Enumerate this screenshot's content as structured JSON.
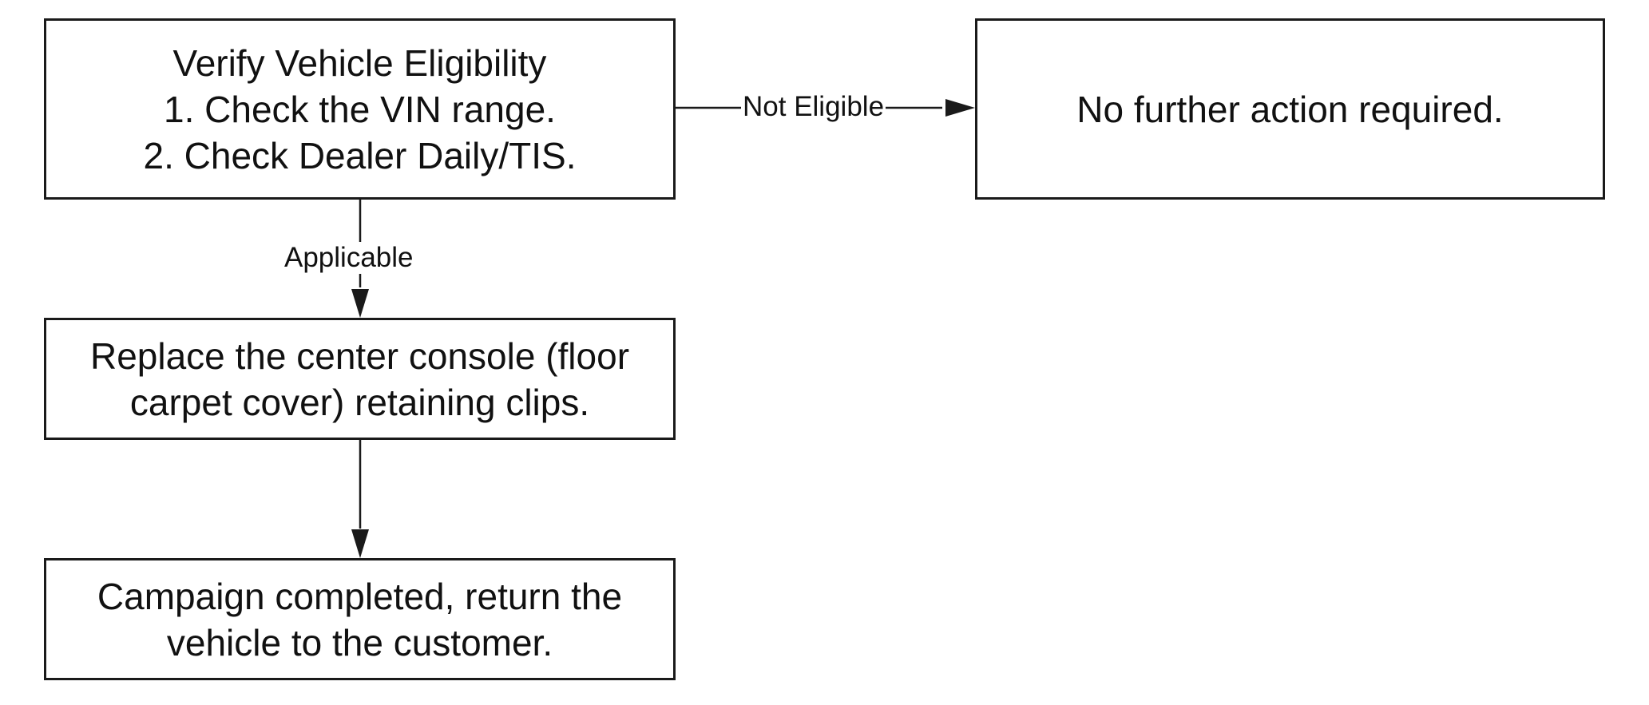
{
  "nodes": {
    "verify": {
      "lines": [
        "Verify Vehicle Eligibility",
        "1. Check the VIN range.",
        "2. Check Dealer Daily/TIS."
      ]
    },
    "no_action": {
      "lines": [
        "No further action required."
      ]
    },
    "replace": {
      "lines": [
        "Replace the center console (floor",
        "carpet cover) retaining clips."
      ]
    },
    "complete": {
      "lines": [
        "Campaign completed, return the",
        "vehicle to the customer."
      ]
    }
  },
  "edges": {
    "not_eligible": {
      "label": "Not Eligible",
      "from": "verify",
      "to": "no_action"
    },
    "applicable": {
      "label": "Applicable",
      "from": "verify",
      "to": "replace"
    },
    "to_complete": {
      "from": "replace",
      "to": "complete"
    }
  },
  "colors": {
    "stroke": "#1a1a1a",
    "background": "#ffffff",
    "text": "#111111"
  }
}
